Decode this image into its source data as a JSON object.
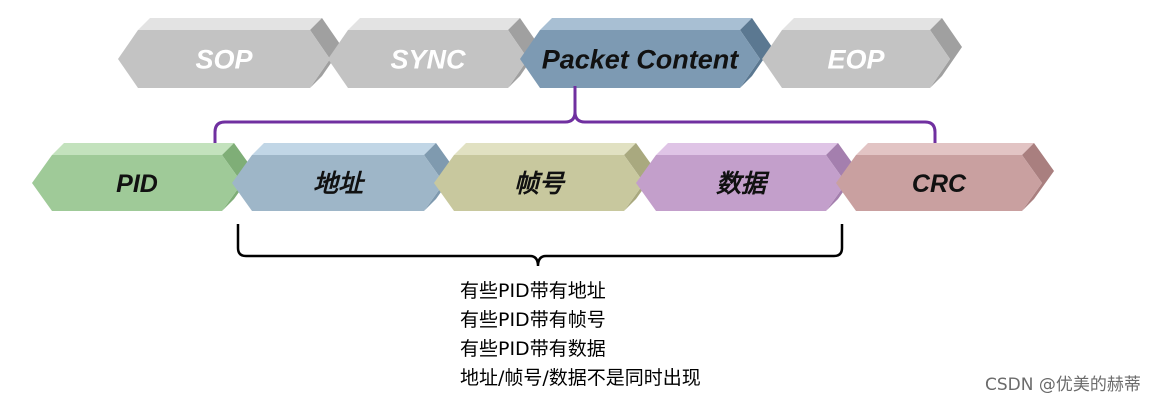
{
  "top_row": [
    {
      "label": "SOP",
      "fill": "#c3c3c3",
      "light": "#e3e3e3",
      "dark": "#a0a0a0",
      "text": "#ffffff"
    },
    {
      "label": "SYNC",
      "fill": "#c3c3c3",
      "light": "#e3e3e3",
      "dark": "#a0a0a0",
      "text": "#ffffff"
    },
    {
      "label": "Packet Content",
      "fill": "#7d9ab3",
      "light": "#a8bfd3",
      "dark": "#5b7891",
      "text": "#111111"
    },
    {
      "label": "EOP",
      "fill": "#c3c3c3",
      "light": "#e3e3e3",
      "dark": "#a0a0a0",
      "text": "#ffffff"
    }
  ],
  "bottom_row": [
    {
      "label": "PID",
      "fill": "#9fca98",
      "light": "#c3e2bd",
      "dark": "#7fae77",
      "text": "#111111"
    },
    {
      "label": "地址",
      "fill": "#9eb6c8",
      "light": "#c1d6e6",
      "dark": "#7f9aaf",
      "text": "#111111"
    },
    {
      "label": "帧号",
      "fill": "#c8c89e",
      "light": "#e1e1c2",
      "dark": "#a9a97f",
      "text": "#111111"
    },
    {
      "label": "数据",
      "fill": "#c39fcb",
      "light": "#dfc4e6",
      "dark": "#a47fae",
      "text": "#111111"
    },
    {
      "label": "CRC",
      "fill": "#c9a0a0",
      "light": "#e2c4c4",
      "dark": "#a97f7f",
      "text": "#111111"
    }
  ],
  "bracket_color": "#7030a0",
  "notes": [
    "有些PID带有地址",
    "有些PID带有帧号",
    "有些PID带有数据",
    "地址/帧号/数据不是同时出现"
  ],
  "watermark": "CSDN @优美的赫蒂"
}
